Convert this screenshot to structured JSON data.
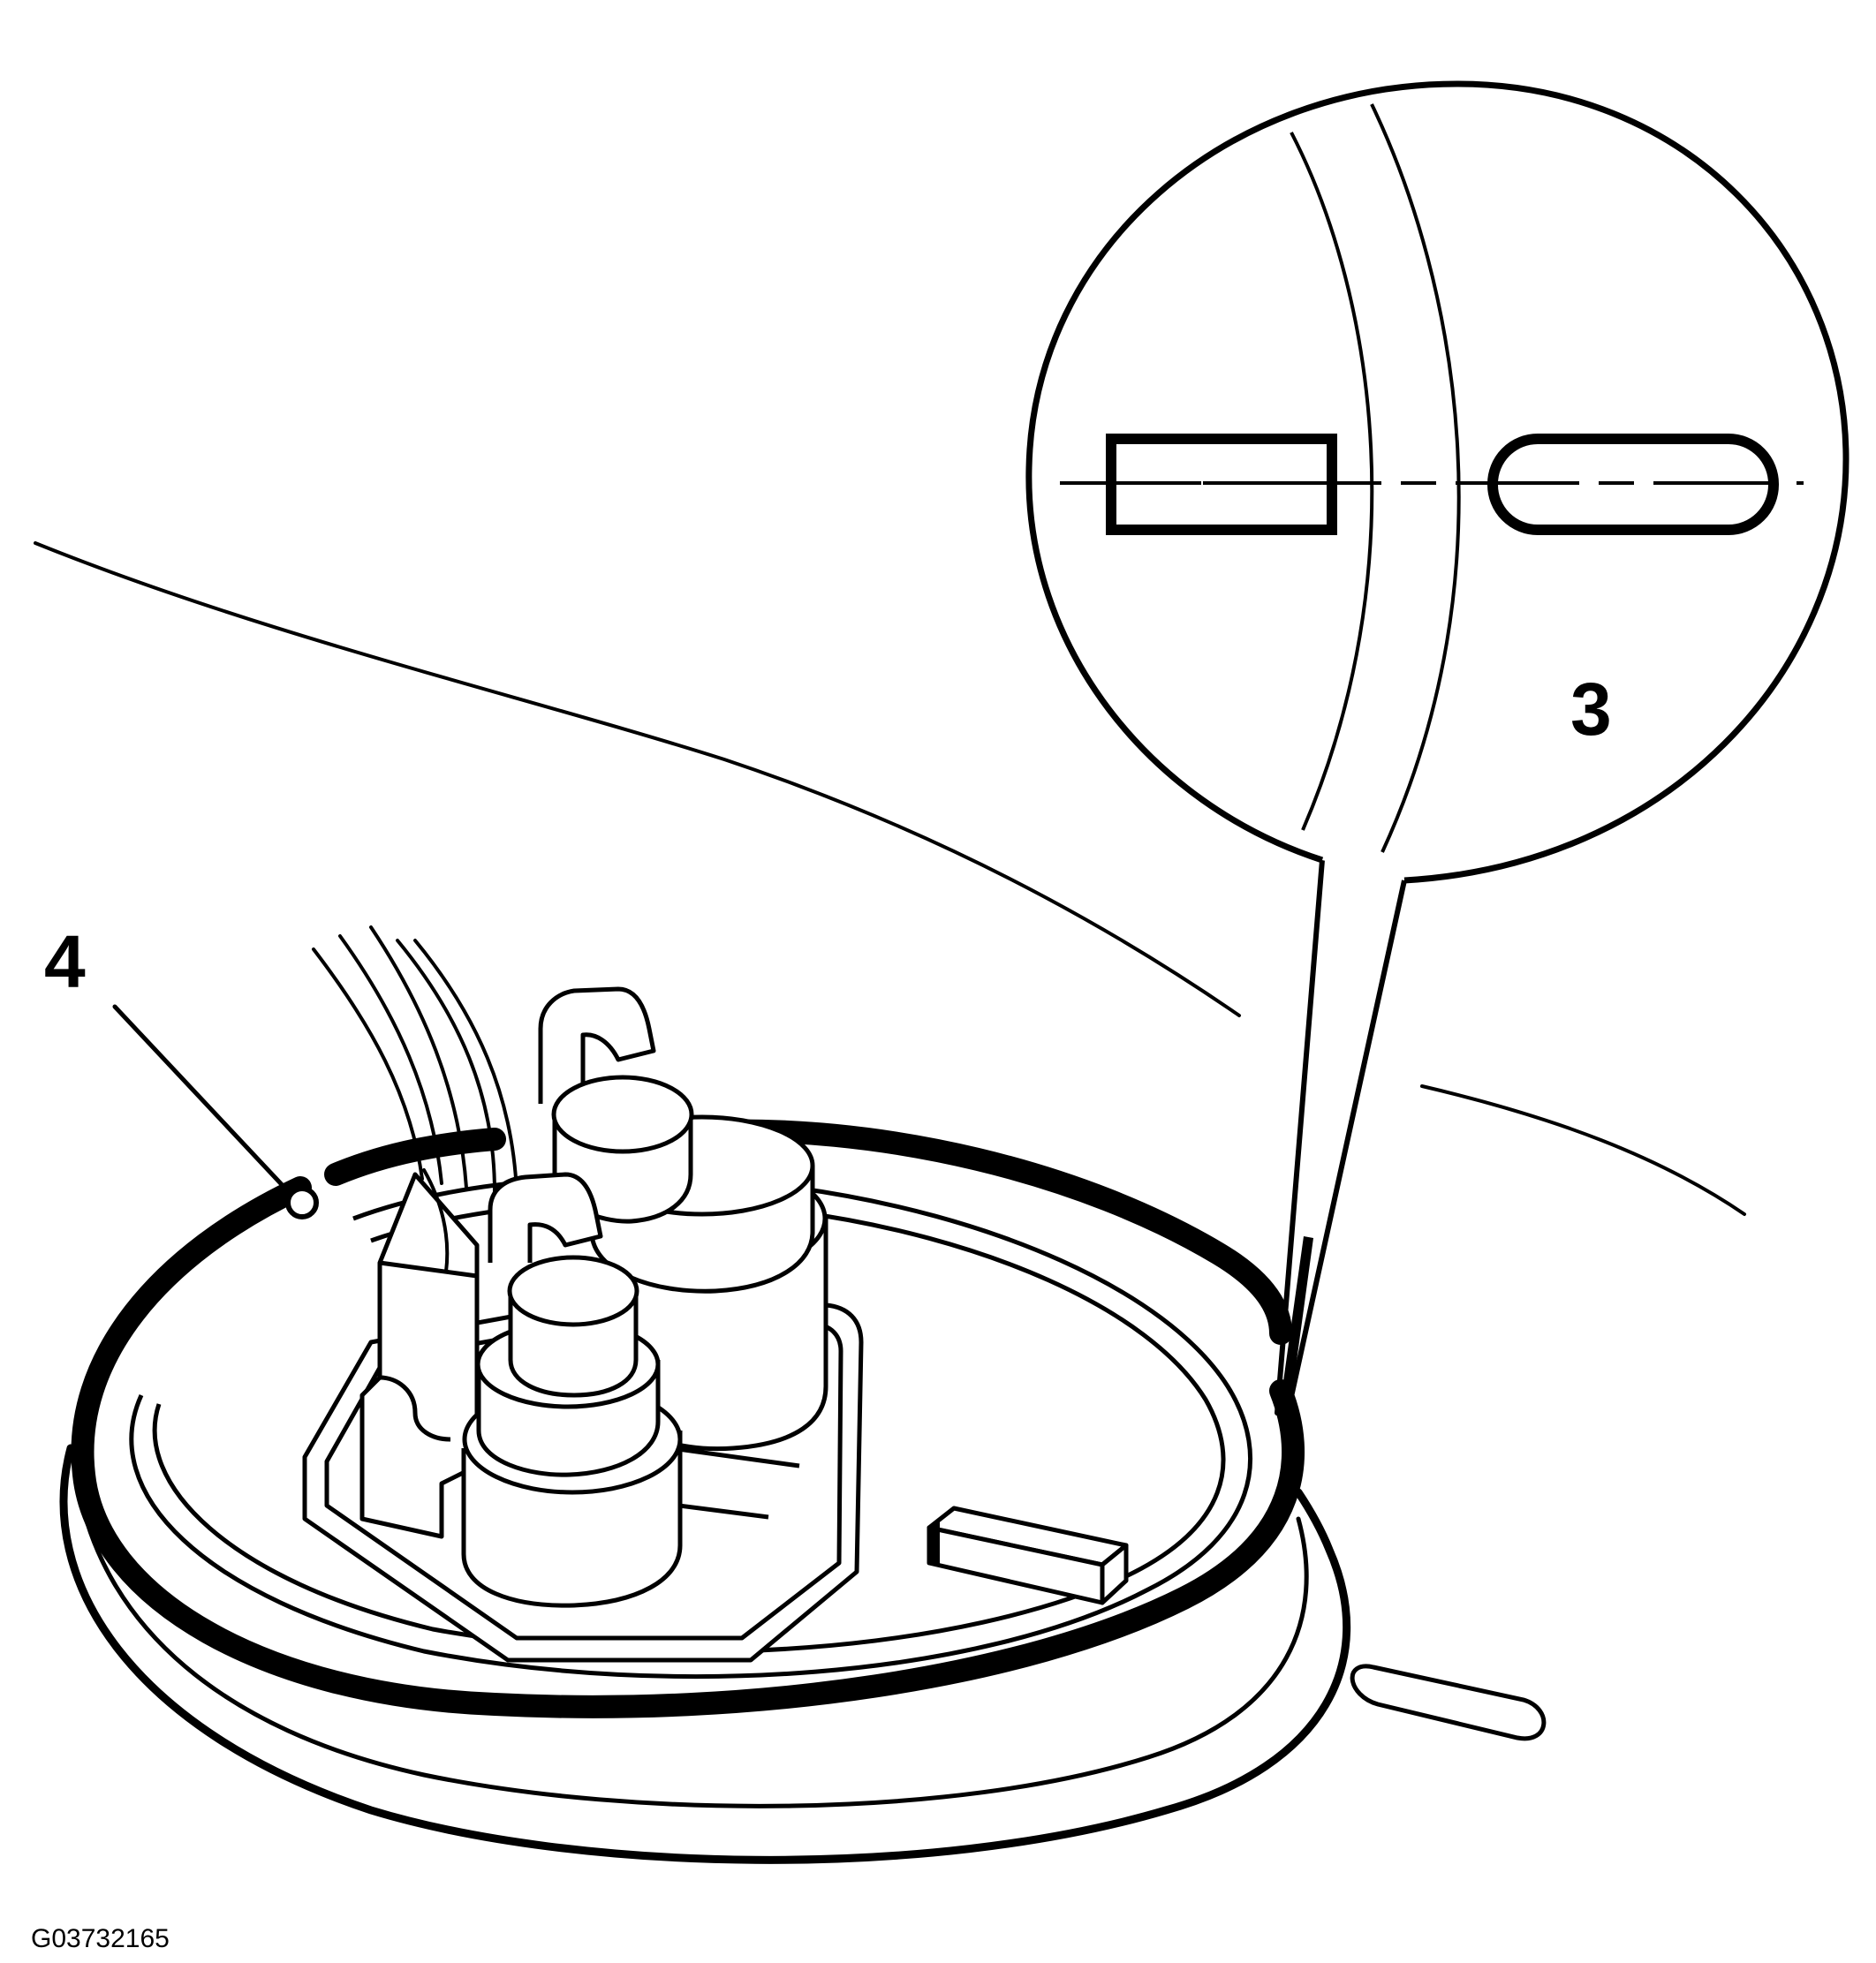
{
  "callouts": {
    "label_3": "3",
    "label_4": "4"
  },
  "figure_code": "G03732165",
  "colors": {
    "ink": "#000000",
    "paper": "#ffffff"
  }
}
